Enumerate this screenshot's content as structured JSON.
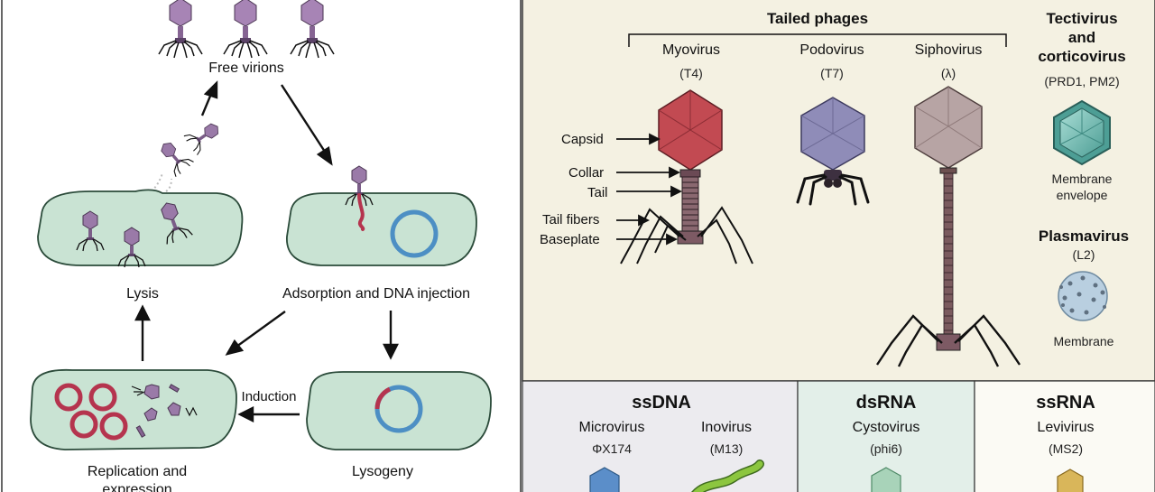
{
  "lifecycle": {
    "free_virions": "Free virions",
    "lysis": "Lysis",
    "adsorption": "Adsorption and DNA injection",
    "replication_line1": "Replication and",
    "replication_line2": "expression",
    "induction": "Induction",
    "lysogeny": "Lysogeny"
  },
  "tailed": {
    "header": "Tailed phages",
    "columns": [
      {
        "name": "Myovirus",
        "example": "(T4)",
        "color": "#c24a52"
      },
      {
        "name": "Podovirus",
        "example": "(T7)",
        "color": "#8f8cb8"
      },
      {
        "name": "Siphovirus",
        "example": "(λ)",
        "color": "#b7a4a4"
      }
    ],
    "parts": [
      "Capsid",
      "Collar",
      "Tail",
      "Tail fibers",
      "Baseplate"
    ]
  },
  "tectivirus": {
    "title_line1": "Tectivirus",
    "title_line2": "and",
    "title_line3": "corticovirus",
    "example": "(PRD1, PM2)",
    "caption_line1": "Membrane",
    "caption_line2": "envelope",
    "color": "#7cc0b8"
  },
  "plasmavirus": {
    "title": "Plasmavirus",
    "example": "(L2)",
    "caption": "Membrane",
    "color": "#b9cfe0"
  },
  "bottom": {
    "ssdna": {
      "header": "ssDNA",
      "items": [
        {
          "name": "Microvirus",
          "example": "ΦX174",
          "color": "#5b8ec9"
        },
        {
          "name": "Inovirus",
          "example": "(M13)",
          "color": "#8cc63f"
        }
      ],
      "bg": "#ecebef"
    },
    "dsrna": {
      "header": "dsRNA",
      "items": [
        {
          "name": "Cystovirus",
          "example": "(phi6)",
          "color": "#a8d3b9"
        }
      ],
      "bg": "#e3efe9"
    },
    "ssrna": {
      "header": "ssRNA",
      "items": [
        {
          "name": "Levivirus",
          "example": "(MS2)",
          "color": "#d9b65a"
        }
      ],
      "bg": "#fbfaf4"
    }
  },
  "colors": {
    "cell_fill": "#c9e3d3",
    "right_panel_bg": "#f4f1e2",
    "phage_purple": "#9a7aa8",
    "dna_blue": "#4d8fc4",
    "plasmid_red": "#b5344e"
  }
}
